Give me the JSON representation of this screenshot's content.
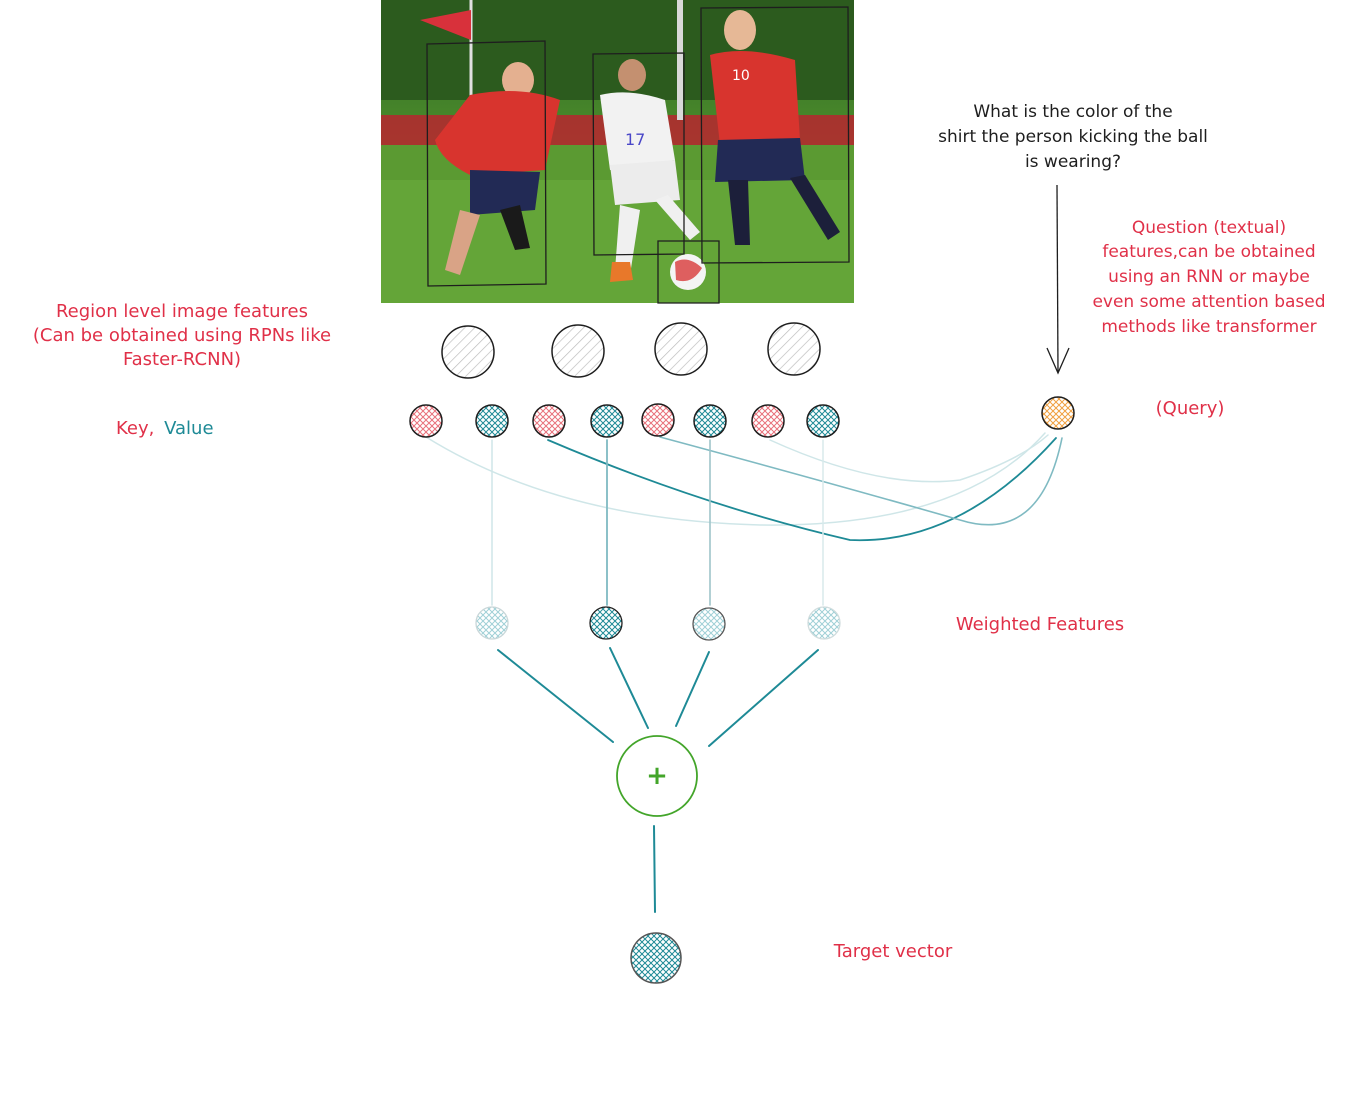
{
  "colors": {
    "annotation_red": "#e03048",
    "key_red": "#e8707a",
    "value_teal": "#1e8a96",
    "query_orange": "#f0a040",
    "sum_green": "#43a52a",
    "ink": "#1e1e1e",
    "node_grey": "#c8c8c8"
  },
  "labels": {
    "region_features": [
      "Region level image features",
      "(Can be obtained using RPNs like",
      "Faster-RCNN)"
    ],
    "key_word": "Key,",
    "value_word": "Value",
    "question_text": [
      "What is the color of the",
      "shirt the person kicking the ball",
      "is wearing?"
    ],
    "question_features": [
      "Question (textual)",
      "features,can be obtained",
      "using an RNN or maybe",
      "even some attention based",
      "methods like transformer"
    ],
    "query": "(Query)",
    "weighted_features": "Weighted Features",
    "sum_symbol": "+",
    "target_vector": "Target vector"
  },
  "photo": {
    "jersey_numbers": [
      "17",
      "10"
    ]
  }
}
